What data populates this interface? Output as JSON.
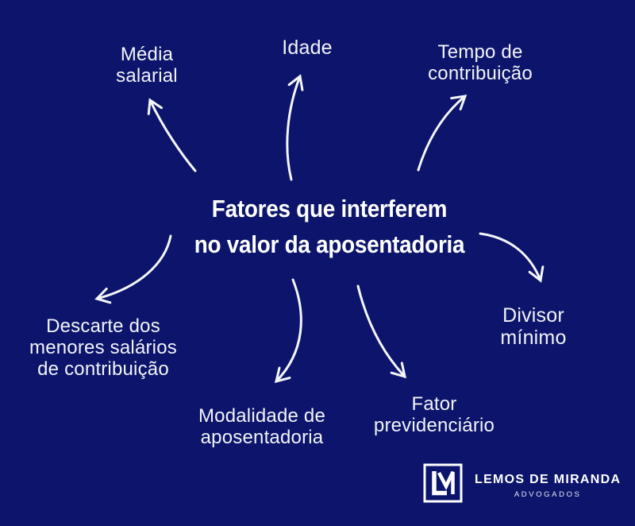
{
  "colors": {
    "background": "#0c156b",
    "text": "#f2f3f8",
    "arrow": "#f5f6fa"
  },
  "title": {
    "text": "Fatores que interferem\nno valor da aposentadoria"
  },
  "factors": [
    {
      "id": "media-salarial",
      "label": "Média\nsalarial"
    },
    {
      "id": "idade",
      "label": "Idade"
    },
    {
      "id": "tempo-contribuicao",
      "label": "Tempo de\ncontribuição"
    },
    {
      "id": "divisor-minimo",
      "label": "Divisor\nmínimo"
    },
    {
      "id": "descarte-menores-salarios",
      "label": "Descarte dos\nmenores salários\nde contribuição"
    },
    {
      "id": "modalidade-aposentadoria",
      "label": "Modalidade de\naposentadoria"
    },
    {
      "id": "fator-previdenciario",
      "label": "Fator\nprevidenciário"
    }
  ],
  "logo": {
    "monogram": "LM",
    "firm_name": "LEMOS DE MIRANDA",
    "firm_subtitle": "ADVOGADOS"
  }
}
